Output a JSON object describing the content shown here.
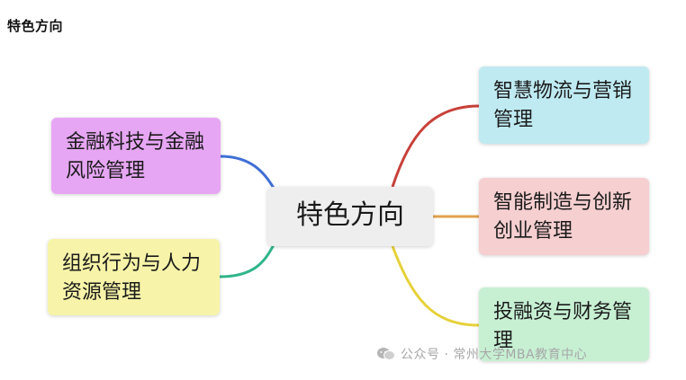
{
  "page": {
    "title": "特色方向"
  },
  "mindmap": {
    "center": "特色方向",
    "branches": [
      {
        "label": "金融科技与金融风险管理",
        "color": "#e6a6f3",
        "line_color": "#3f6fd6"
      },
      {
        "label": "组织行为与人力资源管理",
        "color": "#f7f4a9",
        "line_color": "#2fb58a"
      },
      {
        "label": "智慧物流与营销管理",
        "color": "#bfeaf2",
        "line_color": "#c8403a"
      },
      {
        "label": "智能制造与创新创业管理",
        "color": "#f6cfd0",
        "line_color": "#e0a04a"
      },
      {
        "label": "投融资与财务管理",
        "color": "#c7f0d3",
        "line_color": "#e6d13a"
      }
    ]
  },
  "watermark": {
    "text": "公众号 · 常州大学MBA教育中心",
    "icon": "wechat-icon"
  }
}
